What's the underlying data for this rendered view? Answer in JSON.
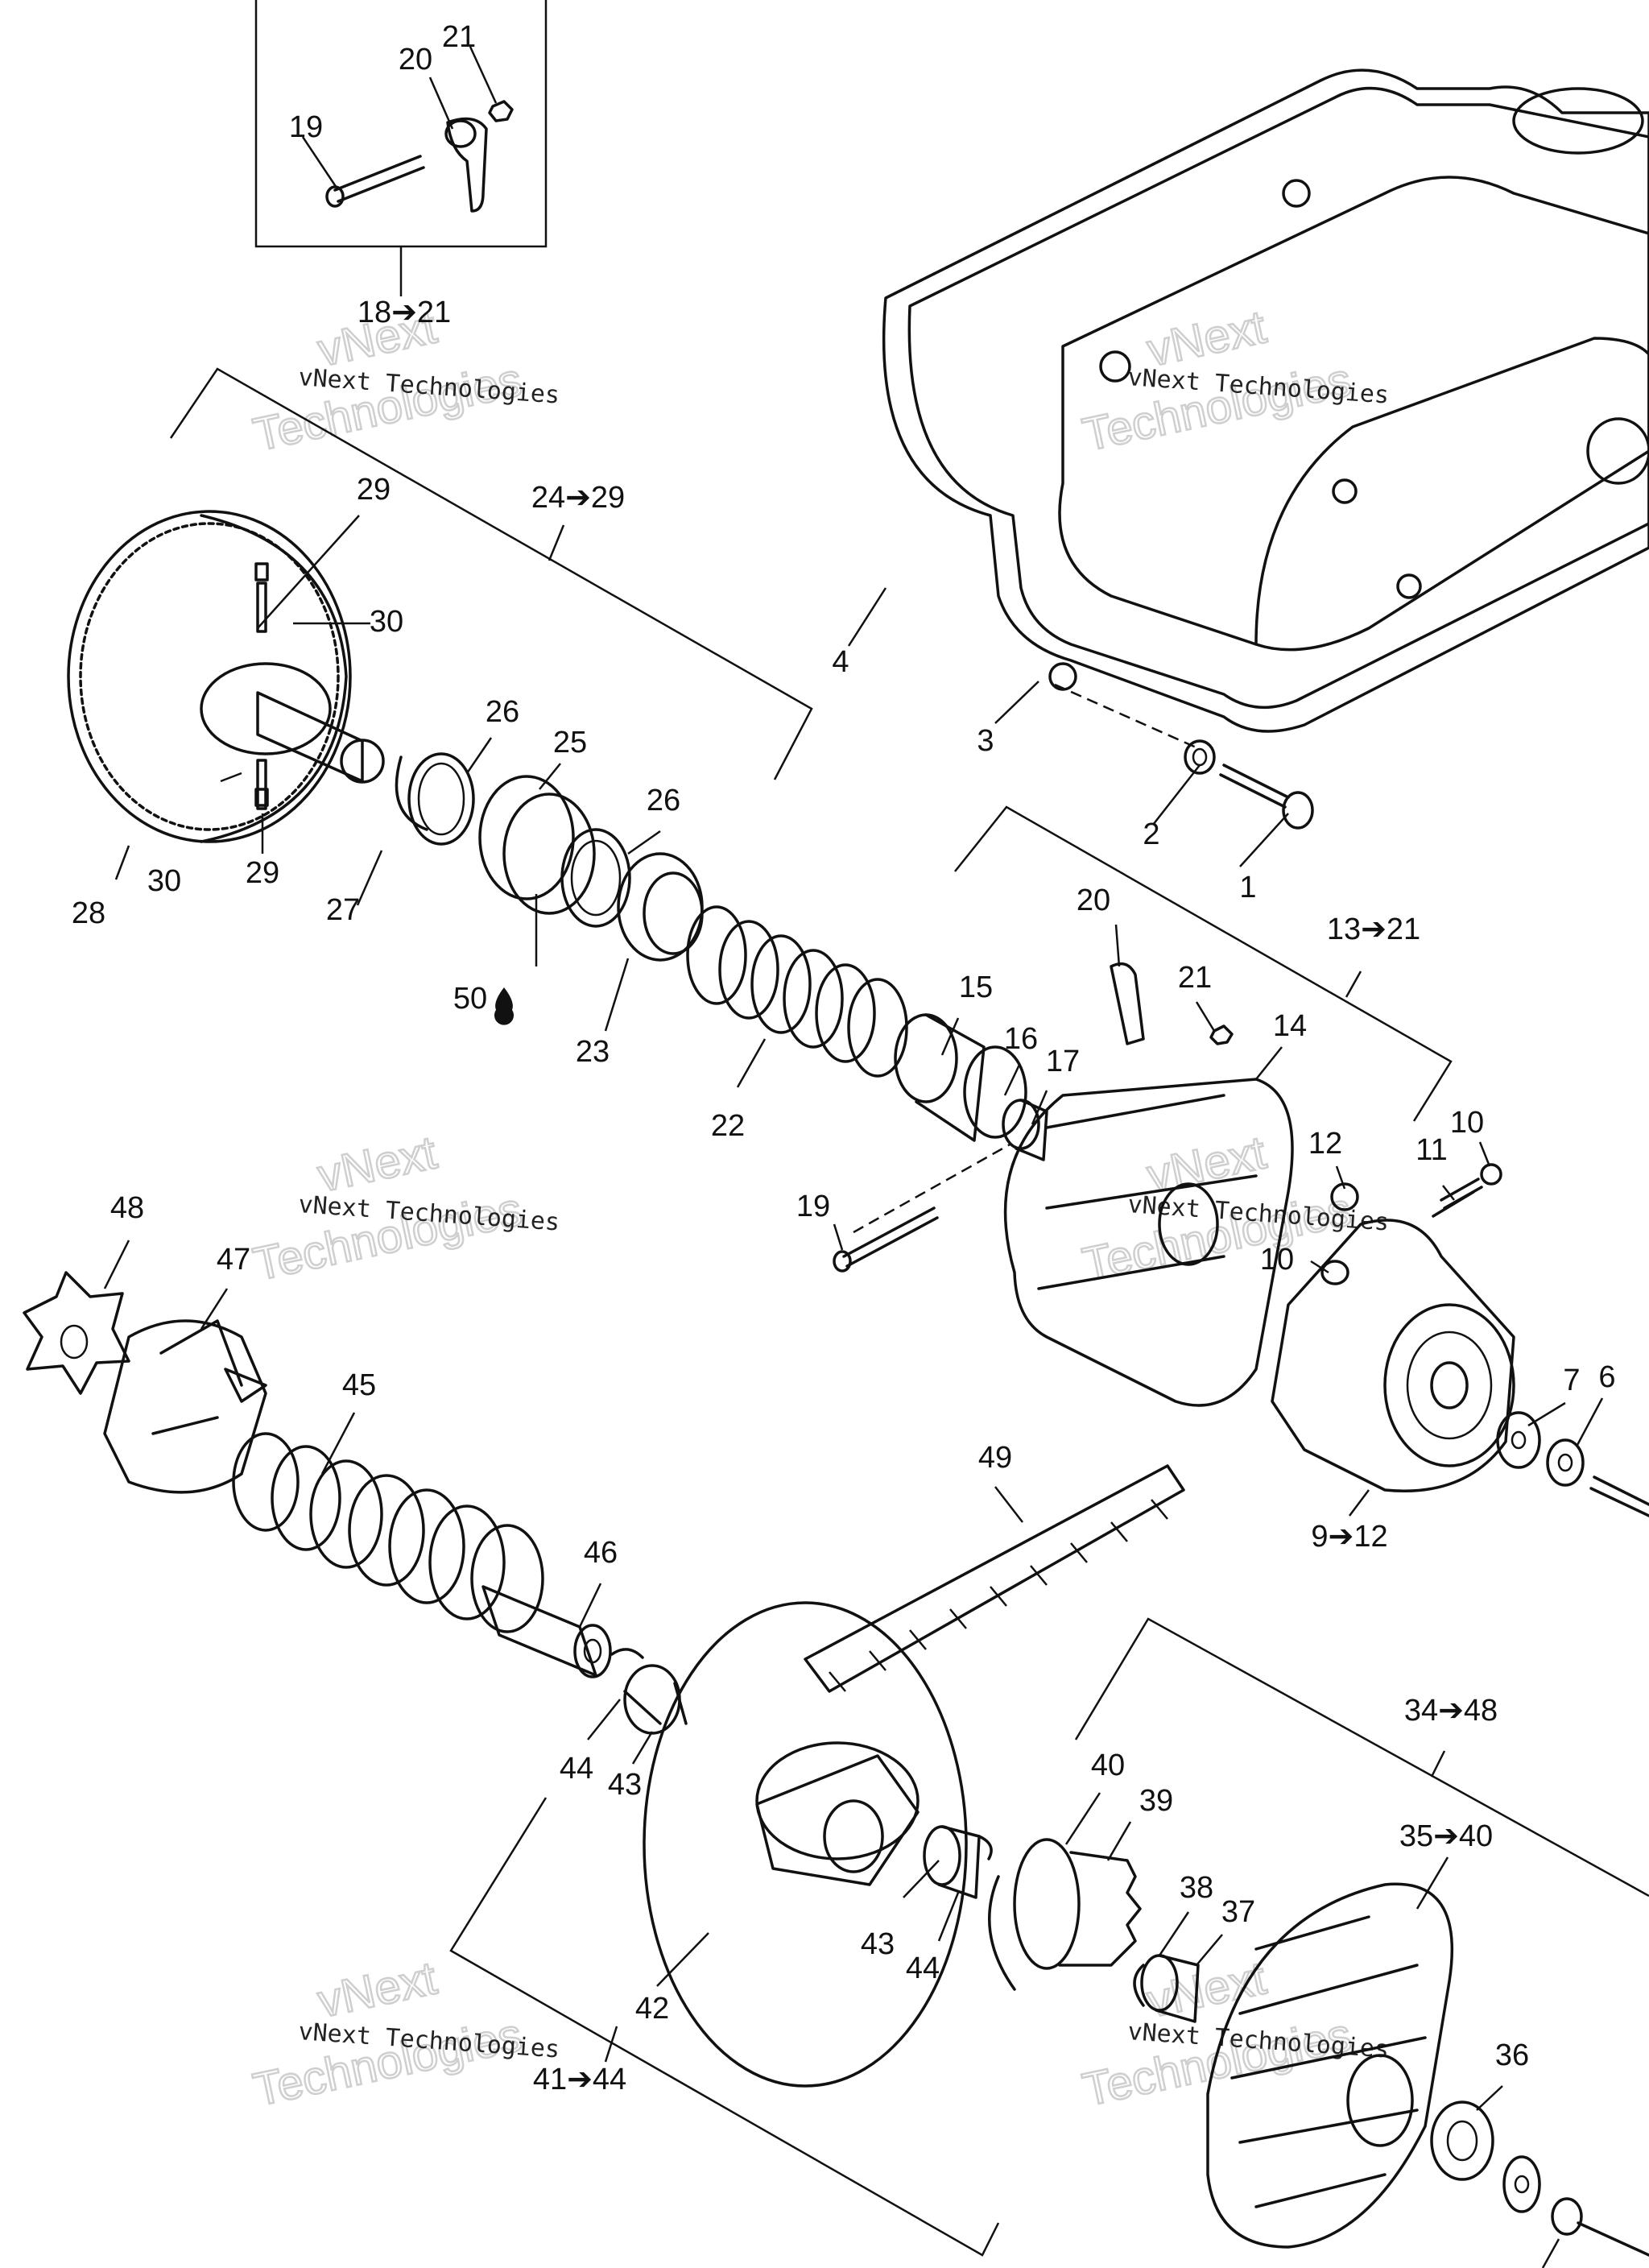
{
  "labels": {
    "p1": "1",
    "p2": "2",
    "p3": "3",
    "p4": "4",
    "p6": "6",
    "p7": "7",
    "p9_12": "9➔12",
    "p10a": "10",
    "p10b": "10",
    "p11": "11",
    "p12": "12",
    "p13_21": "13➔21",
    "p14": "14",
    "p15": "15",
    "p16": "16",
    "p17": "17",
    "p18_21": "18➔21",
    "p19a": "19",
    "p19b": "19",
    "p20a": "20",
    "p20b": "20",
    "p21a": "21",
    "p21b": "21",
    "p22": "22",
    "p23": "23",
    "p24_29": "24➔29",
    "p25": "25",
    "p26a": "26",
    "p26b": "26",
    "p27": "27",
    "p28": "28",
    "p29a": "29",
    "p29b": "29",
    "p30a": "30",
    "p30b": "30",
    "p34_48": "34➔48",
    "p35_40": "35➔40",
    "p36": "36",
    "p37": "37",
    "p38": "38",
    "p39": "39",
    "p40": "40",
    "p41_44": "41➔44",
    "p42": "42",
    "p43a": "43",
    "p43b": "43",
    "p44a": "44",
    "p44b": "44",
    "p45": "45",
    "p46": "46",
    "p47": "47",
    "p48": "48",
    "p49": "49",
    "p50": "50"
  },
  "watermark": {
    "brand": "vNext",
    "company": "vNext Technologies",
    "word": "Technologies"
  },
  "icons": {
    "lubricant": "oil-drop-icon"
  }
}
